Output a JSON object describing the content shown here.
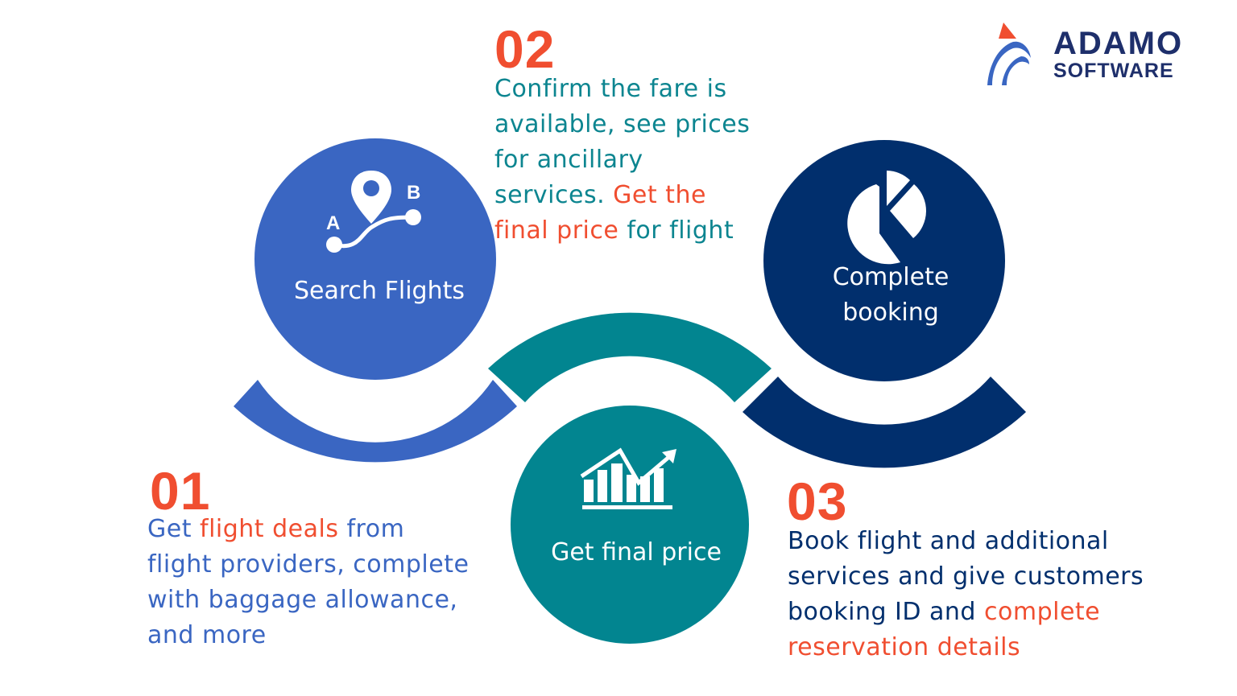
{
  "brand": {
    "name_line1": "ADAMO",
    "name_line2": "SOFTWARE",
    "colors": {
      "navy": "#1e2f6b",
      "blue": "#3a66c2",
      "accent": "#f04e30"
    }
  },
  "palette": {
    "step1": "#3a66c2",
    "step2": "#028590",
    "step3": "#012f6d",
    "highlight": "#f04e30"
  },
  "steps": [
    {
      "number": "01",
      "circle_label": "Search Flights",
      "icon": "map-route-pin-icon",
      "icon_labels": [
        "A",
        "B"
      ],
      "description": {
        "color": "#3a66c2",
        "lines": [
          [
            {
              "text": "Get "
            },
            {
              "text": "flight deals",
              "highlight": true
            },
            {
              "text": " from"
            }
          ],
          [
            {
              "text": "flight providers, complete"
            }
          ],
          [
            {
              "text": "with baggage allowance,"
            }
          ],
          [
            {
              "text": "and more"
            }
          ]
        ]
      }
    },
    {
      "number": "02",
      "circle_label": "Get final price",
      "icon": "rising-bar-chart-icon",
      "description": {
        "color": "#0c8590",
        "lines": [
          [
            {
              "text": "Confirm the fare is"
            }
          ],
          [
            {
              "text": "available, see prices"
            }
          ],
          [
            {
              "text": "for ancillary"
            }
          ],
          [
            {
              "text": "services. "
            },
            {
              "text": "Get the",
              "highlight": true
            }
          ],
          [
            {
              "text": "final price",
              "highlight": true
            },
            {
              "text": " for flight"
            }
          ]
        ]
      }
    },
    {
      "number": "03",
      "circle_label_lines": [
        "Complete",
        "booking"
      ],
      "icon": "pie-chart-icon",
      "description": {
        "color": "#012f6d",
        "lines": [
          [
            {
              "text": "Book flight and additional"
            }
          ],
          [
            {
              "text": "services and give customers"
            }
          ],
          [
            {
              "text": "booking ID and "
            },
            {
              "text": "complete",
              "highlight": true
            }
          ],
          [
            {
              "text": "reservation details",
              "highlight": true
            }
          ]
        ]
      }
    }
  ]
}
